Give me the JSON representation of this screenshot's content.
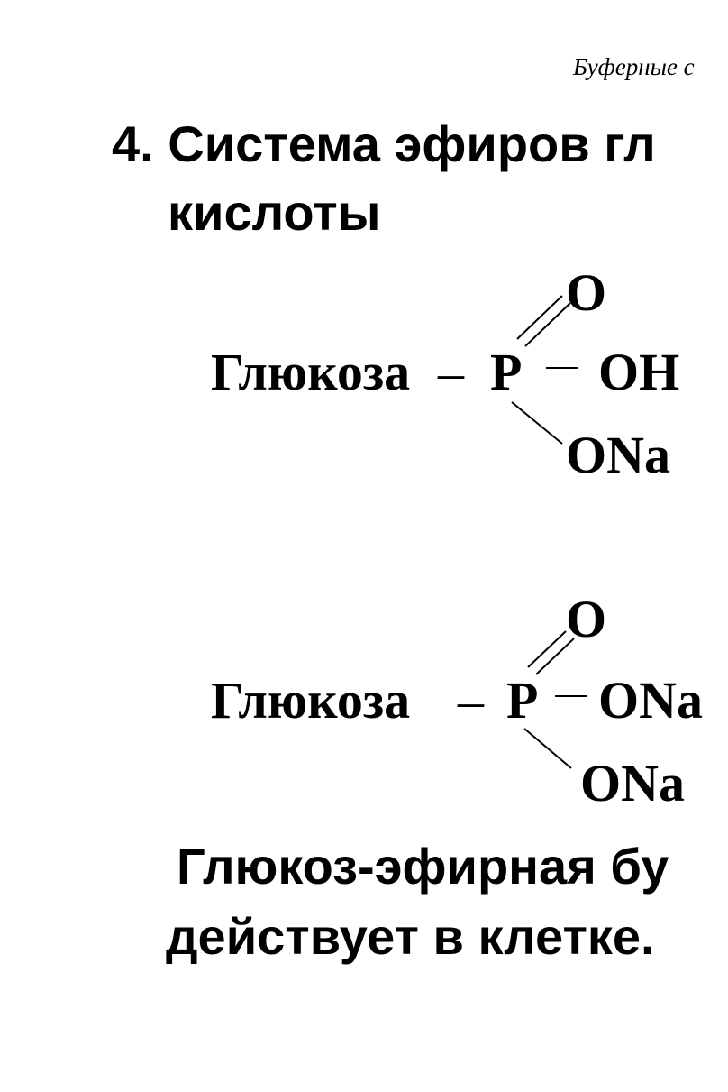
{
  "header": {
    "running_title": "Буферные с"
  },
  "slide": {
    "title_line1": "4. Система эфиров гл",
    "title_line2": "кислоты"
  },
  "formula1": {
    "glucose": "Глюкоза",
    "dash": "–",
    "phosphorus": "P",
    "top_group": "O",
    "right_group": "OH",
    "bottom_group": "ONa"
  },
  "formula2": {
    "glucose": "Глюкоза",
    "dash": "–",
    "phosphorus": "P",
    "top_group": "O",
    "right_group": "ONa",
    "bottom_group": "ONa"
  },
  "conclusion": {
    "line1": "Глюкоз-эфирная бу",
    "line2": "действует в клетке."
  }
}
